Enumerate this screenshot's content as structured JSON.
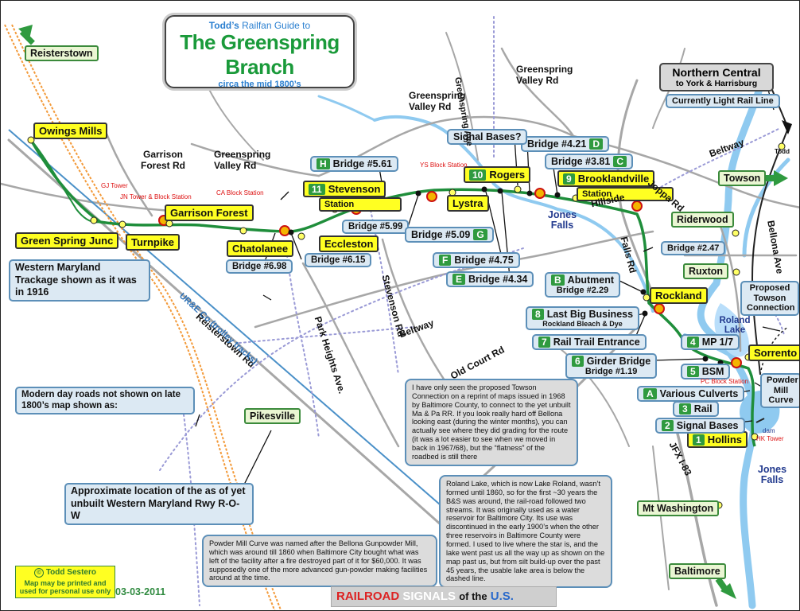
{
  "title": {
    "author_line_a": "Todd’s",
    "author_line_b": "Railfan Guide to",
    "main": "The Greenspring Branch",
    "sub": "circa the mid 1800’s"
  },
  "northern_central": {
    "title": "Northern Central",
    "sub": "to York & Harrisburg",
    "status": "Currently Light Rail Line"
  },
  "towns": {
    "reisterstown": "Reisterstown",
    "towson": "Towson",
    "baltimore": "Baltimore",
    "pikesville": "Pikesville",
    "riderwood": "Riderwood",
    "ruxton": "Ruxton",
    "mt_washington": "Mt Washington",
    "todd": "Todd"
  },
  "stations": {
    "owings_mills": "Owings Mills",
    "green_spring_junc": "Green Spring Junc",
    "turnpike": "Turnpike",
    "garrison_forest": "Garrison Forest",
    "chatolanee": "Chatolanee",
    "eccleston": "Eccleston",
    "stevenson_num": "11",
    "stevenson": "Stevenson",
    "stevenson_station": "Station",
    "lystra": "Lystra",
    "rogers_num": "10",
    "rogers": "Rogers",
    "brooklandville_num": "9",
    "brooklandville": "Brooklandville",
    "brooklandville_station": "Station",
    "rockland": "Rockland",
    "sorrento": "Sorrento",
    "hollins_num": "1",
    "hollins": "Hollins"
  },
  "bridges": {
    "b561_tag": "H",
    "b561": "Bridge #5.61",
    "b421_tag": "D",
    "b421": "Bridge #4.21",
    "b381_tag": "C",
    "b381": "Bridge #3.81",
    "b599": "Bridge #5.99",
    "b509_tag": "G",
    "b509": "Bridge #5.09",
    "b698": "Bridge #6.98",
    "b615": "Bridge #6.15",
    "b475_tag": "F",
    "b475": "Bridge #4.75",
    "b434_tag": "E",
    "b434": "Bridge #4.34",
    "b247": "Bridge #2.47",
    "abutment_tag": "B",
    "abutment": "Abutment",
    "b229": "Bridge #2.29",
    "signal_bases_q": "Signal Bases?"
  },
  "mileposts": [
    {
      "num": "8",
      "label": "Last Big Business",
      "sub": "Rockland Bleach & Dye"
    },
    {
      "num": "7",
      "label": "Rail Trail Entrance"
    },
    {
      "num": "6",
      "label": "Girder Bridge",
      "sub": "Bridge #1.19"
    },
    {
      "num": "4",
      "label": "MP 1/7"
    },
    {
      "num": "5",
      "label": "BSM"
    },
    {
      "num": "A",
      "label": "Various Culverts"
    },
    {
      "num": "3",
      "label": "Rail"
    },
    {
      "num": "2",
      "label": "Signal Bases"
    }
  ],
  "roads": {
    "garrison_forest_rd_a": "Garrison",
    "garrison_forest_rd_b": "Forest Rd",
    "greenspring_valley_rd_a": "Greenspring",
    "greenspring_valley_rd_b": "Valley Rd",
    "gsv_rd_center_a": "Greenspring",
    "gsv_rd_center_b": "Valley Rd",
    "gsv_rd_east_a": "Greenspring",
    "gsv_rd_east_b": "Valley Rd",
    "greenspring_ave": "Greenspring Ave",
    "beltway_east": "Beltway",
    "beltway_center": "Beltway",
    "joppa_rd": "Joppa Rd",
    "hillside": "Hillside",
    "falls_rd": "Falls Rd",
    "bellona_ave": "Bellona Ave",
    "stevenson_rd": "Stevenson Rd",
    "old_court_rd": "Old Court Rd",
    "park_heights_ave": "Park Heights Ave.",
    "reisterstown_rd": "Reisterstown Rd",
    "trolley": "UR&E Co (trolley tracks)",
    "jfx": "JFX I-83"
  },
  "water": {
    "jones_falls_north": "Jones Falls",
    "jones_falls_south": "Jones Falls",
    "roland_lake": "Roland Lake",
    "dam": "dam"
  },
  "block_stations": {
    "gj_tower": "GJ Tower",
    "jn_tower": "JN Tower & Block Station",
    "ca_block": "CA Block Station",
    "ys_block": "YS Block Station",
    "pc_block": "PC Block Station",
    "hk_tower": "HK Tower"
  },
  "callouts": {
    "western_md": "Western Maryland Trackage shown as it was in 1916",
    "modern_roads": "Modern day roads not shown on late 1800’s map shown as:",
    "approx_wm": "Approximate location of the as of yet unbuilt Western Maryland Rwy R-O-W",
    "proposed_towson": "Proposed Towson Connection",
    "powder_mill_curve": "Powder Mill Curve"
  },
  "notes": {
    "towson": "I have only seen the proposed Towson Connection on a reprint of maps issued in 1968 by Baltimore County, to connect to the yet unbuilt Ma & Pa RR.  If you look really hard off Bellona looking east (during the winter months), you can actually see where they did grading for the route (it was a lot easier to see when we moved in back in 1967/68), but the “flatness” of the roadbed is still there",
    "roland_lake": "Roland Lake, which is now Lake Roland, wasn’t formed until 1860, so for the first ~30 years the B&S was around, the rail-road followed two streams.  It was originally used as a water reservoir for Baltimore City. Its use was discontinued in the early 1900’s when the other three reservoirs in Baltimore County were formed.  I used to live where the star is, and the lake went past us all the way up as shown on the map past us, but from silt build-up over the past 45 years, the usable lake area is below the dashed line.",
    "powder_mill": "Powder Mill Curve was named after the Bellona Gunpowder Mill, which was around till 1860 when Baltimore City bought what was left of the facility after a fire destroyed part of it for $60,000.  It was supposedly one of the more advanced gun-powder making facilities around at the time."
  },
  "footer": {
    "copyright": "Todd Sestero",
    "permission": "Map may be printed and used for personal use only",
    "date": "03-03-2011",
    "brand_a": "RAILROAD",
    "brand_b": "SIGNALS",
    "brand_c": "of the",
    "brand_d": "U.S."
  },
  "colors": {
    "rail_line": "#1f8e3b",
    "road": "#a7a7a7",
    "water": "#8fcaf0",
    "label_box": "#dce9f3",
    "station_box": "#ffff22",
    "tag_green": "#2f9a3f",
    "arrow_green": "#2f9a3f"
  }
}
